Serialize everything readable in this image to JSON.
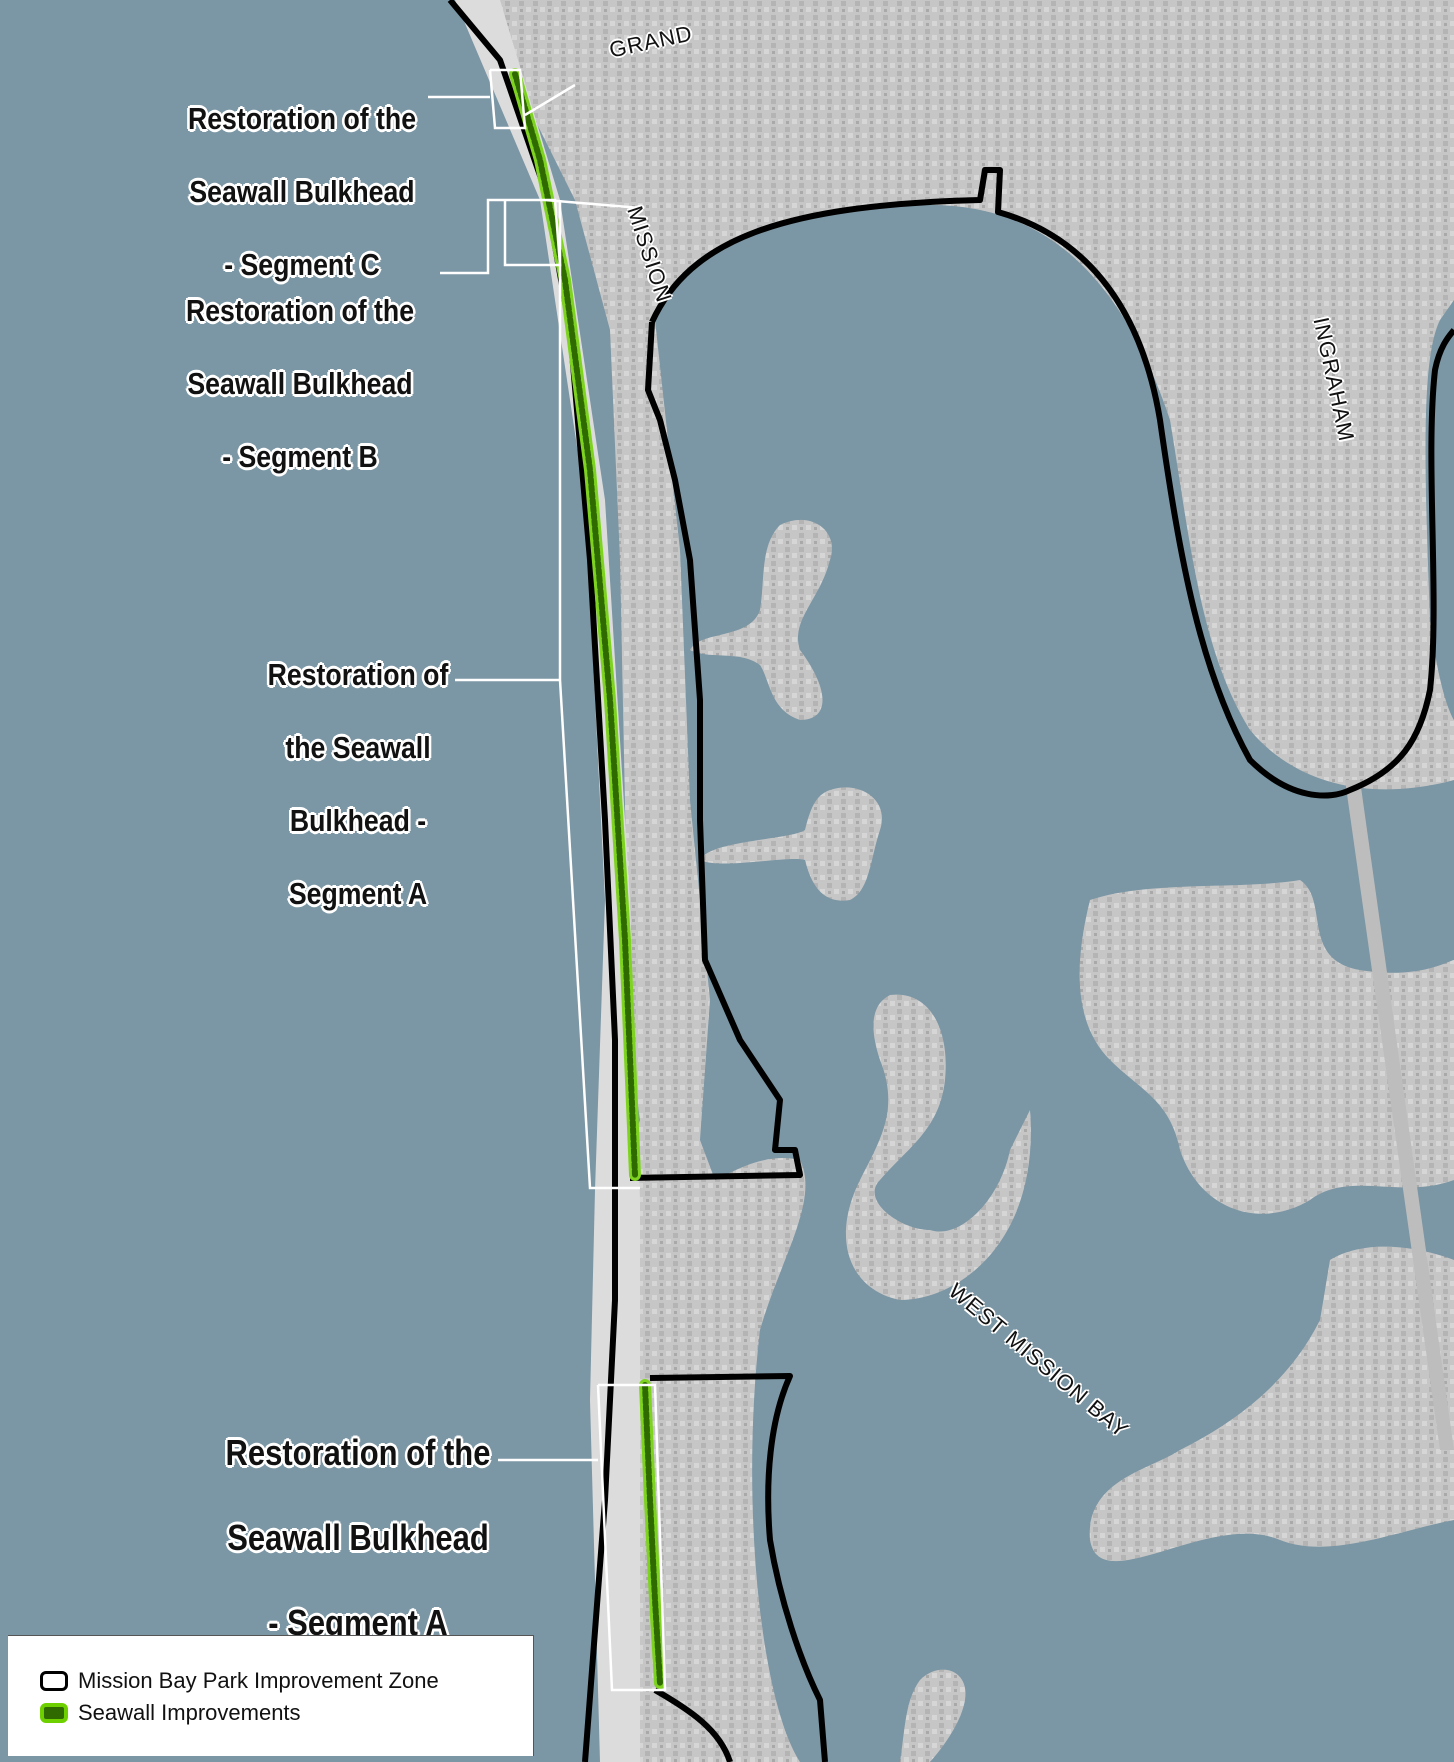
{
  "colors": {
    "water": "#7b96a4",
    "land": "#c9c9c9",
    "land_light": "#d8d8d8",
    "zone_outline": "#000000",
    "seawall_fill": "#2f6a00",
    "seawall_edge": "#7ed321"
  },
  "callouts": {
    "segment_c": [
      "Restoration of the",
      "Seawall Bulkhead",
      "- Segment C"
    ],
    "segment_b": [
      "Restoration of the",
      "Seawall Bulkhead",
      "- Segment B"
    ],
    "segment_a_north": [
      "Restoration of",
      "the Seawall",
      "Bulkhead -",
      "Segment A"
    ],
    "segment_a_south": [
      "Restoration of the",
      "Seawall Bulkhead",
      "- Segment A"
    ]
  },
  "roads": {
    "grand": "GRAND",
    "mission": "MISSION",
    "ingraham": "INGRAHAM",
    "west_mission_bay": "WEST MISSION BAY"
  },
  "legend": {
    "zone_label": "Mission Bay Park Improvement Zone",
    "seawall_label": "Seawall Improvements"
  }
}
